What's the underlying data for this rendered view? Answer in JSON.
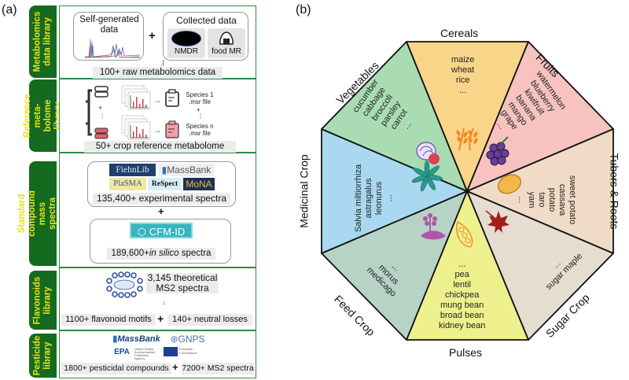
{
  "panel_a": {
    "label": "(a)",
    "sections": [
      {
        "tab": "Metabolomics data library",
        "self_generated": "Self-generated data",
        "collected_title": "Collected data",
        "sources": [
          "NMDR",
          "food MR"
        ],
        "summary": "100+ raw metabolomics data"
      },
      {
        "tab": "Reference meta-bolome library",
        "species_1": "Species 1",
        "species_n": "Species n",
        "file": ".msr file",
        "summary": "50+ crop reference metabolome"
      },
      {
        "tab": "Standard compound mass spectra library",
        "databases": [
          "FiehnLib",
          "MassBank",
          "PlaSMA",
          "ReSpect",
          "MoNA"
        ],
        "experimental": "135,400+ experimental spectra",
        "tool": "CFM-ID",
        "in_silico_num": "189,600+",
        "in_silico_em": "in silico",
        "in_silico_tail": " spectra"
      },
      {
        "tab": "Flavonoids library",
        "theoretical": "3,145 theoretical",
        "ms2": "MS2 spectra",
        "motifs": "1100+ flavonoid motifs",
        "losses": "140+ neutral losses"
      },
      {
        "tab": "Pesticide library",
        "sources": [
          "MassBank",
          "GNPS",
          "EPA",
          "United States Environmental Protection Agency",
          "European Commission"
        ],
        "compounds": "1800+ pesticidal compounds",
        "spectra": "7200+ MS2 spectra"
      }
    ]
  },
  "panel_b": {
    "label": "(b)",
    "categories": [
      {
        "name": "Cereals",
        "color": "#f9d58a",
        "items": [
          "maize",
          "wheat",
          "rice",
          "..."
        ]
      },
      {
        "name": "Fruits",
        "color": "#f7c2bf",
        "items": [
          "watermelon",
          "blueberry",
          "kiwifruit",
          "banana",
          "mango",
          "grape",
          "..."
        ]
      },
      {
        "name": "Tubers & Roots",
        "color": "#f0dcc6",
        "items": [
          "sweet potato",
          "cassava",
          "potato",
          "taro",
          "yam",
          "..."
        ]
      },
      {
        "name": "Sugar Crop",
        "color": "#e4ddd0",
        "items": [
          "...",
          "sugar maple"
        ]
      },
      {
        "name": "Pulses",
        "color": "#eef08d",
        "items": [
          "...",
          "pea",
          "lentil",
          "chickpea",
          "mung bean",
          "broad bean",
          "kidney bean"
        ]
      },
      {
        "name": "Feed Crop",
        "color": "#b6d3c6",
        "items": [
          "...",
          "morus",
          "medicago"
        ]
      },
      {
        "name": "Medicinal Crop",
        "color": "#a9d8f0",
        "items": [
          "Salvia miltiorrhiza",
          "astragalus",
          "leonurus",
          "..."
        ]
      },
      {
        "name": "Vegetables",
        "color": "#a9dcb2",
        "items": [
          "cucumber",
          "cabbage",
          "broccoli",
          "parsley",
          "carrot",
          "..."
        ]
      }
    ]
  }
}
